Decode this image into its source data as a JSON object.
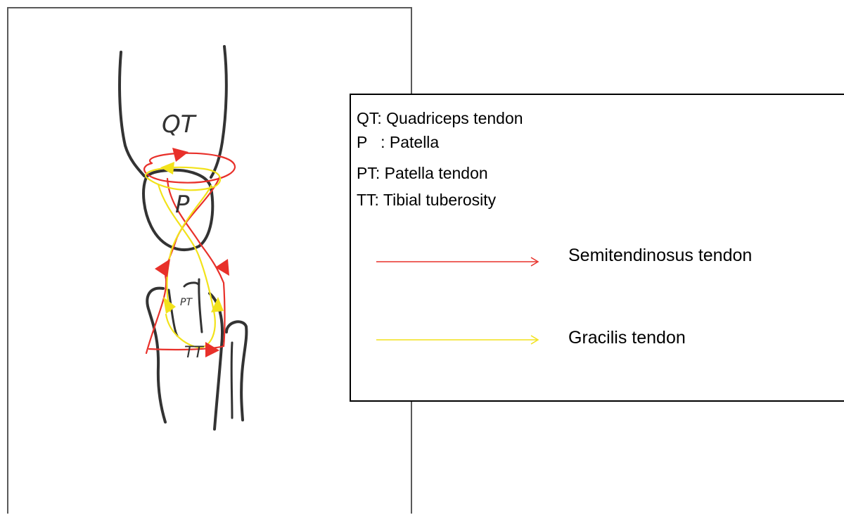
{
  "sketch": {
    "labels": {
      "qt": "QT",
      "p": "P",
      "pt": "PT",
      "tt": "TT"
    },
    "colors": {
      "outline": "#333333",
      "semitendinosus": "#e8302a",
      "gracilis": "#f2e21a"
    }
  },
  "legend": {
    "abbreviations": [
      "QT: Quadriceps tendon",
      "P   : Patella",
      "PT: Patella tendon",
      "TT: Tibial tuberosity"
    ],
    "semitendinosus": {
      "label": "Semitendinosus tendon",
      "color": "#e8302a"
    },
    "gracilis": {
      "label": "Gracilis tendon",
      "color": "#f2e21a"
    }
  }
}
